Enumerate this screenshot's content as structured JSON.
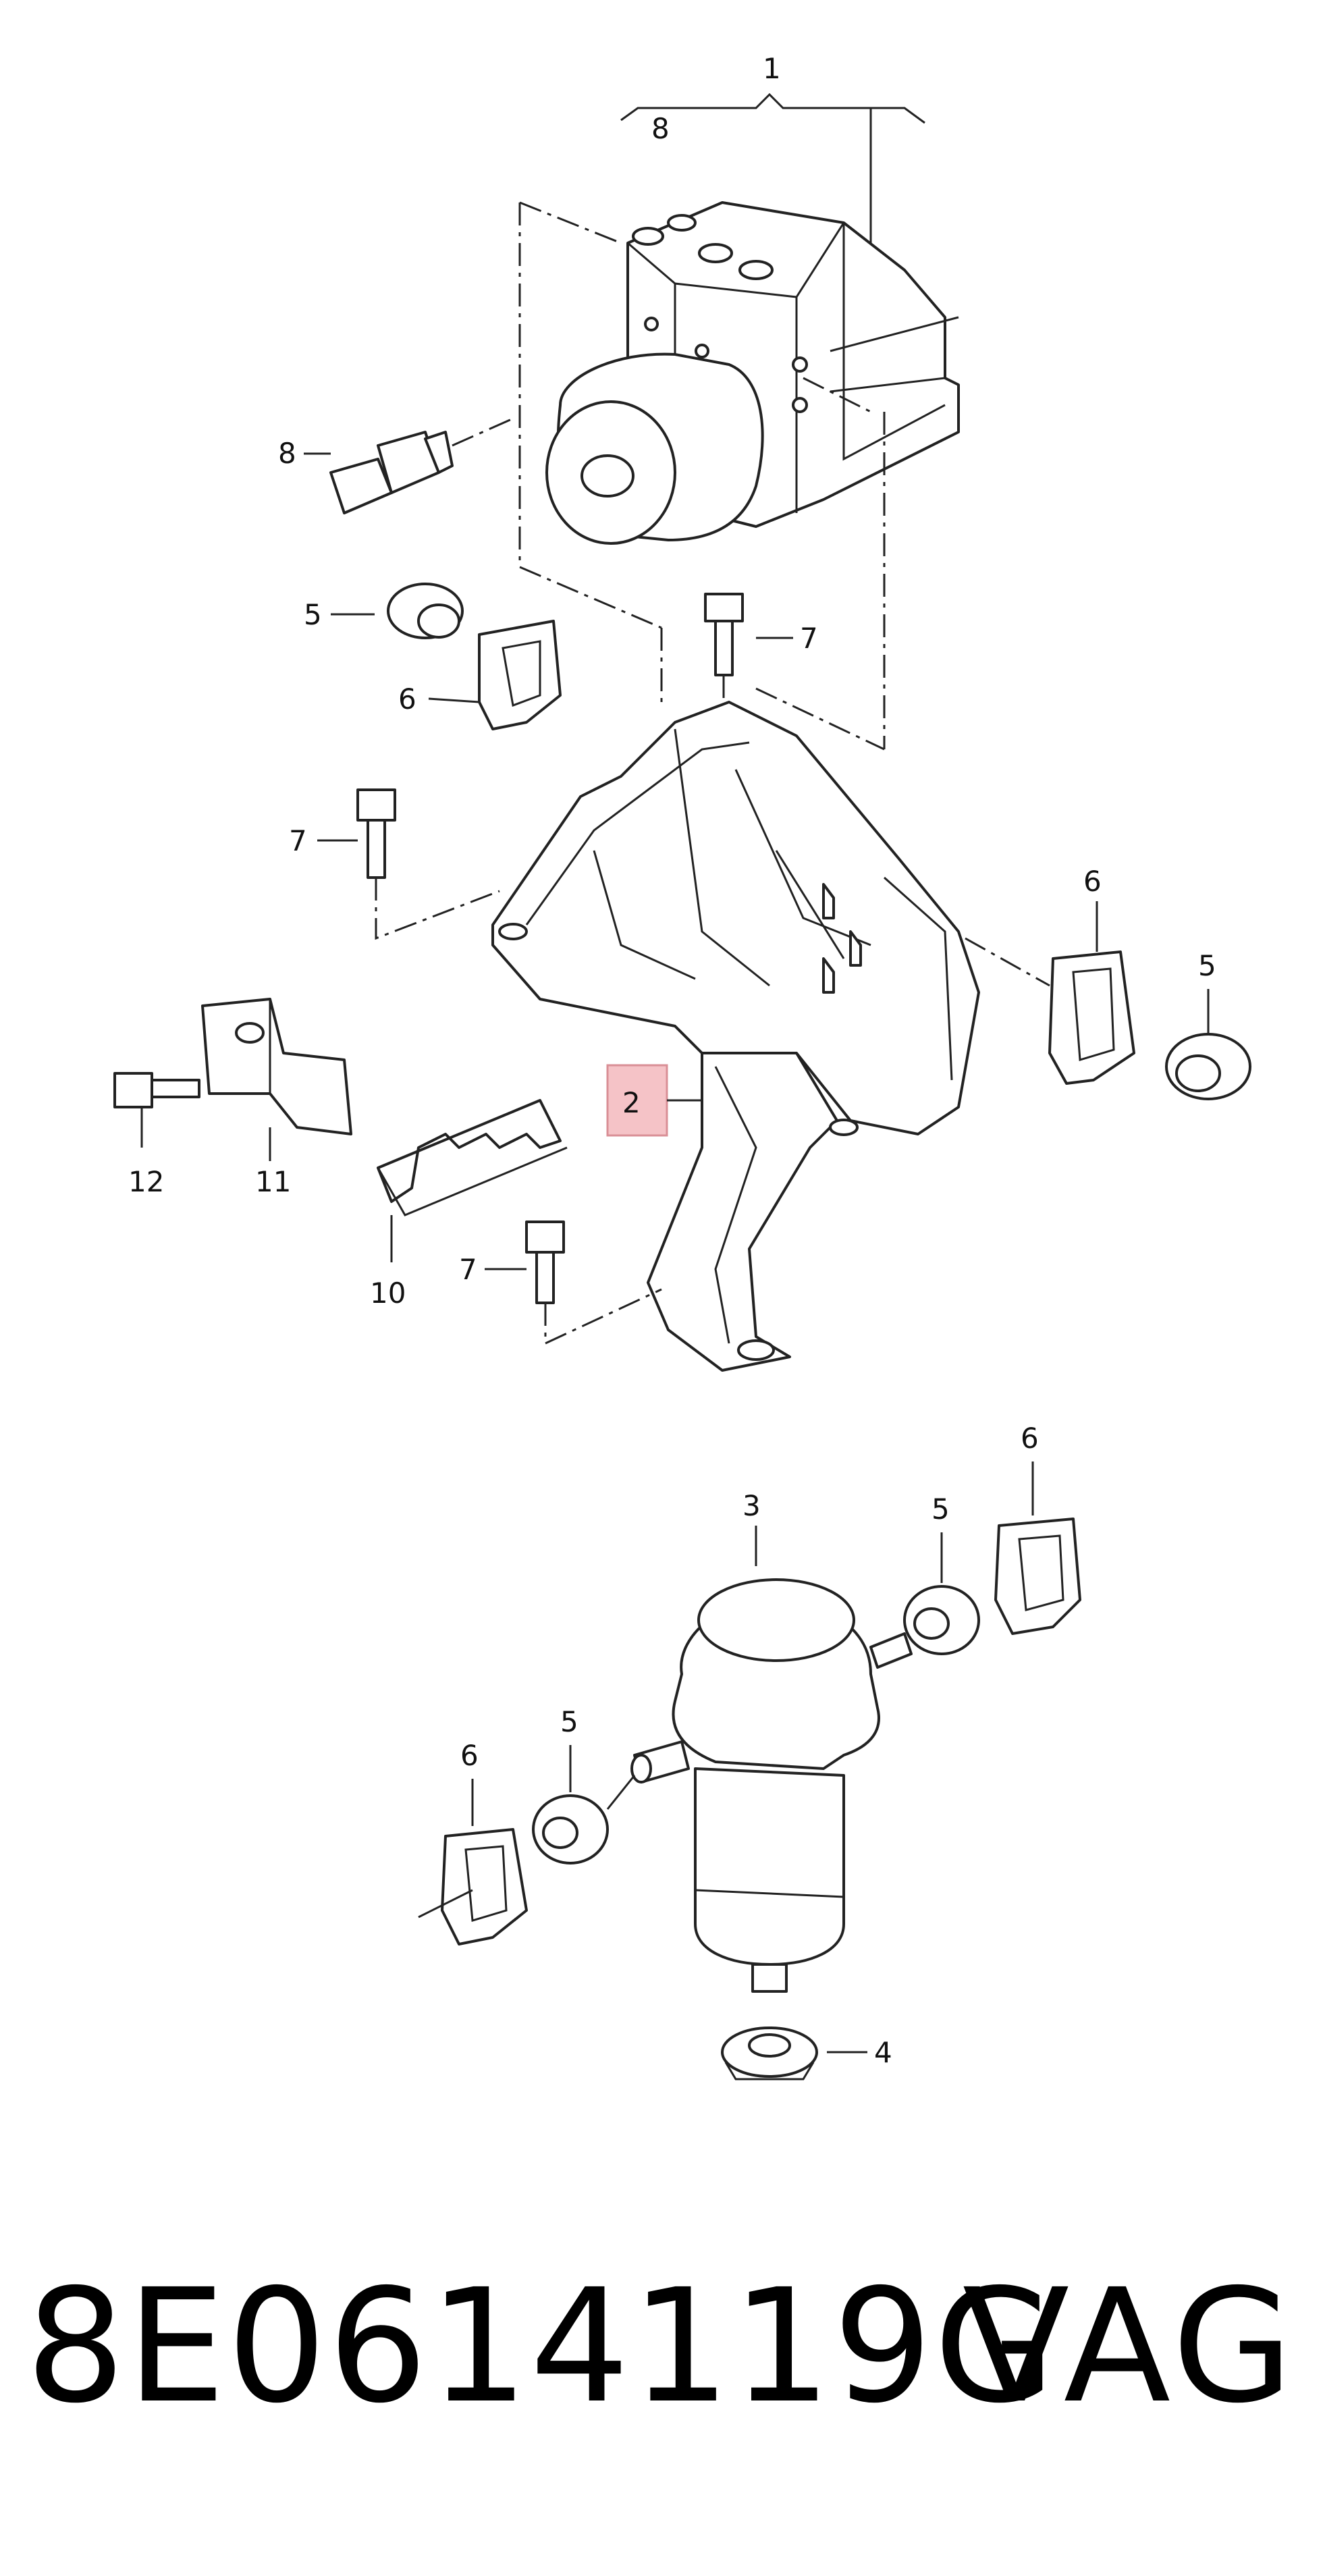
{
  "diagram": {
    "callouts": {
      "c1": "1",
      "c8_top": "8",
      "c8_sensor": "8",
      "c5_upper": "5",
      "c6_upper": "6",
      "c7_upper": "7",
      "c7_left": "7",
      "c6_right": "6",
      "c5_right": "5",
      "c2_highlight": "2",
      "c12": "12",
      "c11": "11",
      "c10": "10",
      "c7_lower": "7",
      "c3": "3",
      "c5_pump": "5",
      "c6_pump": "6",
      "c5_left_pump": "5",
      "c6_left_pump": "6",
      "c4": "4"
    },
    "highlight_color": "#f3b8bd"
  },
  "footer": {
    "part_number": "8E0614119G",
    "brand": "VAG"
  }
}
